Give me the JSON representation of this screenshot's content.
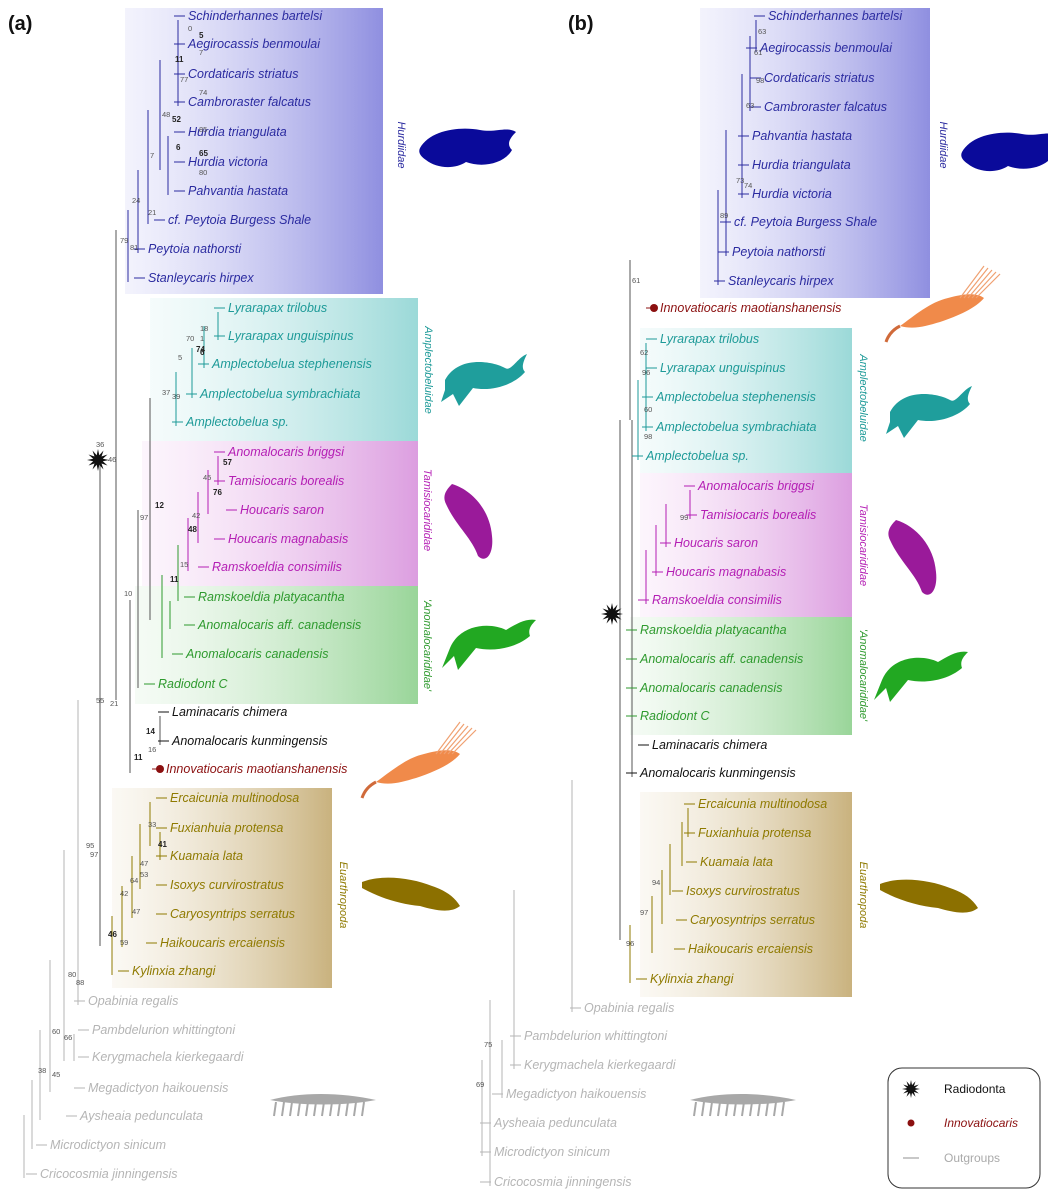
{
  "colors": {
    "hurdiidae": "#2b2ba0",
    "amplectobeluidae": "#1d9a98",
    "tamisiocarididae": "#b41eb4",
    "anomalocarididae": "#2e9a2e",
    "euarthropoda": "#8f7a00",
    "outgroup": "#b5b5b5",
    "innovatiocaris": "#8b1010",
    "stem": "#555555"
  },
  "panels": [
    {
      "label": "(a)",
      "clades": [
        "Hurdiidae",
        "Amplectobeluidae",
        "Tamisiocarididae",
        "'Anomalocarididae'",
        "Euarthropoda"
      ],
      "taxa": [
        {
          "name": "Schinderhannes bartelsi",
          "group": "hurdiidae"
        },
        {
          "name": "Aegirocassis benmoulai",
          "group": "hurdiidae"
        },
        {
          "name": "Cordaticaris striatus",
          "group": "hurdiidae"
        },
        {
          "name": "Cambroraster falcatus",
          "group": "hurdiidae"
        },
        {
          "name": "Hurdia triangulata",
          "group": "hurdiidae"
        },
        {
          "name": "Hurdia victoria",
          "group": "hurdiidae"
        },
        {
          "name": "Pahvantia hastata",
          "group": "hurdiidae"
        },
        {
          "name": "cf. Peytoia Burgess Shale",
          "group": "hurdiidae"
        },
        {
          "name": "Peytoia nathorsti",
          "group": "hurdiidae"
        },
        {
          "name": "Stanleycaris hirpex",
          "group": "hurdiidae"
        },
        {
          "name": "Lyrarapax trilobus",
          "group": "amplectobeluidae"
        },
        {
          "name": "Lyrarapax unguispinus",
          "group": "amplectobeluidae"
        },
        {
          "name": "Amplectobelua stephenensis",
          "group": "amplectobeluidae"
        },
        {
          "name": "Amplectobelua symbrachiata",
          "group": "amplectobeluidae"
        },
        {
          "name": "Amplectobelua sp.",
          "group": "amplectobeluidae"
        },
        {
          "name": "Anomalocaris briggsi",
          "group": "tamisiocarididae"
        },
        {
          "name": "Tamisiocaris borealis",
          "group": "tamisiocarididae"
        },
        {
          "name": "Houcaris saron",
          "group": "tamisiocarididae"
        },
        {
          "name": "Houcaris magnabasis",
          "group": "tamisiocarididae"
        },
        {
          "name": "Ramskoeldia consimilis",
          "group": "tamisiocarididae"
        },
        {
          "name": "Ramskoeldia platyacantha",
          "group": "anomalocarididae"
        },
        {
          "name": "Anomalocaris aff. canadensis",
          "group": "anomalocarididae"
        },
        {
          "name": "Anomalocaris canadensis",
          "group": "anomalocarididae"
        },
        {
          "name": "Radiodont C",
          "group": "anomalocarididae"
        },
        {
          "name": "Laminacaris chimera",
          "group": "stem"
        },
        {
          "name": "Anomalocaris kunmingensis",
          "group": "stem"
        },
        {
          "name": "Innovatiocaris maotianshanensis",
          "group": "innovatiocaris"
        },
        {
          "name": "Ercaicunia multinodosa",
          "group": "euarthropoda"
        },
        {
          "name": "Fuxianhuia protensa",
          "group": "euarthropoda"
        },
        {
          "name": "Kuamaia lata",
          "group": "euarthropoda"
        },
        {
          "name": "Isoxys curvirostratus",
          "group": "euarthropoda"
        },
        {
          "name": "Caryosyntrips serratus",
          "group": "euarthropoda"
        },
        {
          "name": "Haikoucaris ercaiensis",
          "group": "euarthropoda"
        },
        {
          "name": "Kylinxia zhangi",
          "group": "euarthropoda"
        },
        {
          "name": "Opabinia regalis",
          "group": "outgroup"
        },
        {
          "name": "Pambdelurion whittingtoni",
          "group": "outgroup"
        },
        {
          "name": "Kerygmachela kierkegaardi",
          "group": "outgroup"
        },
        {
          "name": "Megadictyon haikouensis",
          "group": "outgroup"
        },
        {
          "name": "Aysheaia pedunculata",
          "group": "outgroup"
        },
        {
          "name": "Microdictyon sinicum",
          "group": "outgroup"
        },
        {
          "name": "Cricocosmia jinningensis",
          "group": "outgroup"
        }
      ],
      "support_values": [
        "0",
        "5",
        "7",
        "11",
        "74",
        "77",
        "85",
        "65",
        "80",
        "6",
        "48",
        "52",
        "7",
        "24",
        "21",
        "79",
        "81",
        "18",
        "1",
        "6",
        "70",
        "74",
        "5",
        "37",
        "39",
        "36",
        "46",
        "12",
        "97",
        "57",
        "45",
        "76",
        "42",
        "48",
        "15",
        "11",
        "10",
        "55",
        "21",
        "14",
        "16",
        "11",
        "33",
        "41",
        "47",
        "64",
        "53",
        "42",
        "47",
        "46",
        "59",
        "95",
        "97",
        "80",
        "88",
        "60",
        "66",
        "38",
        "45"
      ]
    },
    {
      "label": "(b)",
      "clades": [
        "Hurdiidae",
        "Amplectobeluidae",
        "Tamisiocarididae",
        "'Anomalocarididae'",
        "Euarthropoda"
      ],
      "taxa": [
        {
          "name": "Schinderhannes bartelsi",
          "group": "hurdiidae"
        },
        {
          "name": "Aegirocassis benmoulai",
          "group": "hurdiidae"
        },
        {
          "name": "Cordaticaris striatus",
          "group": "hurdiidae"
        },
        {
          "name": "Cambroraster falcatus",
          "group": "hurdiidae"
        },
        {
          "name": "Pahvantia hastata",
          "group": "hurdiidae"
        },
        {
          "name": "Hurdia triangulata",
          "group": "hurdiidae"
        },
        {
          "name": "Hurdia victoria",
          "group": "hurdiidae"
        },
        {
          "name": "cf. Peytoia Burgess Shale",
          "group": "hurdiidae"
        },
        {
          "name": "Peytoia nathorsti",
          "group": "hurdiidae"
        },
        {
          "name": "Stanleycaris hirpex",
          "group": "hurdiidae"
        },
        {
          "name": "Innovatiocaris maotianshanensis",
          "group": "innovatiocaris"
        },
        {
          "name": "Lyrarapax trilobus",
          "group": "amplectobeluidae"
        },
        {
          "name": "Lyrarapax unguispinus",
          "group": "amplectobeluidae"
        },
        {
          "name": "Amplectobelua stephenensis",
          "group": "amplectobeluidae"
        },
        {
          "name": "Amplectobelua symbrachiata",
          "group": "amplectobeluidae"
        },
        {
          "name": "Amplectobelua sp.",
          "group": "amplectobeluidae"
        },
        {
          "name": "Anomalocaris briggsi",
          "group": "tamisiocarididae"
        },
        {
          "name": "Tamisiocaris borealis",
          "group": "tamisiocarididae"
        },
        {
          "name": "Houcaris saron",
          "group": "tamisiocarididae"
        },
        {
          "name": "Houcaris magnabasis",
          "group": "tamisiocarididae"
        },
        {
          "name": "Ramskoeldia consimilis",
          "group": "tamisiocarididae"
        },
        {
          "name": "Ramskoeldia platyacantha",
          "group": "anomalocarididae"
        },
        {
          "name": "Anomalocaris aff. canadensis",
          "group": "anomalocarididae"
        },
        {
          "name": "Anomalocaris canadensis",
          "group": "anomalocarididae"
        },
        {
          "name": "Radiodont C",
          "group": "anomalocarididae"
        },
        {
          "name": "Laminacaris chimera",
          "group": "stem"
        },
        {
          "name": "Anomalocaris kunmingensis",
          "group": "stem"
        },
        {
          "name": "Ercaicunia multinodosa",
          "group": "euarthropoda"
        },
        {
          "name": "Fuxianhuia protensa",
          "group": "euarthropoda"
        },
        {
          "name": "Kuamaia lata",
          "group": "euarthropoda"
        },
        {
          "name": "Isoxys curvirostratus",
          "group": "euarthropoda"
        },
        {
          "name": "Caryosyntrips serratus",
          "group": "euarthropoda"
        },
        {
          "name": "Haikoucaris ercaiensis",
          "group": "euarthropoda"
        },
        {
          "name": "Kylinxia zhangi",
          "group": "euarthropoda"
        },
        {
          "name": "Opabinia regalis",
          "group": "outgroup"
        },
        {
          "name": "Pambdelurion whittingtoni",
          "group": "outgroup"
        },
        {
          "name": "Kerygmachela kierkegaardi",
          "group": "outgroup"
        },
        {
          "name": "Megadictyon haikouensis",
          "group": "outgroup"
        },
        {
          "name": "Aysheaia pedunculata",
          "group": "outgroup"
        },
        {
          "name": "Microdictyon sinicum",
          "group": "outgroup"
        },
        {
          "name": "Cricocosmia jinningensis",
          "group": "outgroup"
        }
      ],
      "support_values": [
        "63",
        "61",
        "98",
        "63",
        "73",
        "74",
        "89",
        "61",
        "62",
        "96",
        "60",
        "98",
        "99",
        "94",
        "97",
        "96",
        "75",
        "69"
      ]
    }
  ],
  "legend": {
    "items": [
      {
        "label": "Radiodonta",
        "marker": "star-icon"
      },
      {
        "label": "Innovatiocaris",
        "marker": "dot-icon"
      },
      {
        "label": "Outgroups",
        "marker": "line-icon"
      }
    ]
  }
}
